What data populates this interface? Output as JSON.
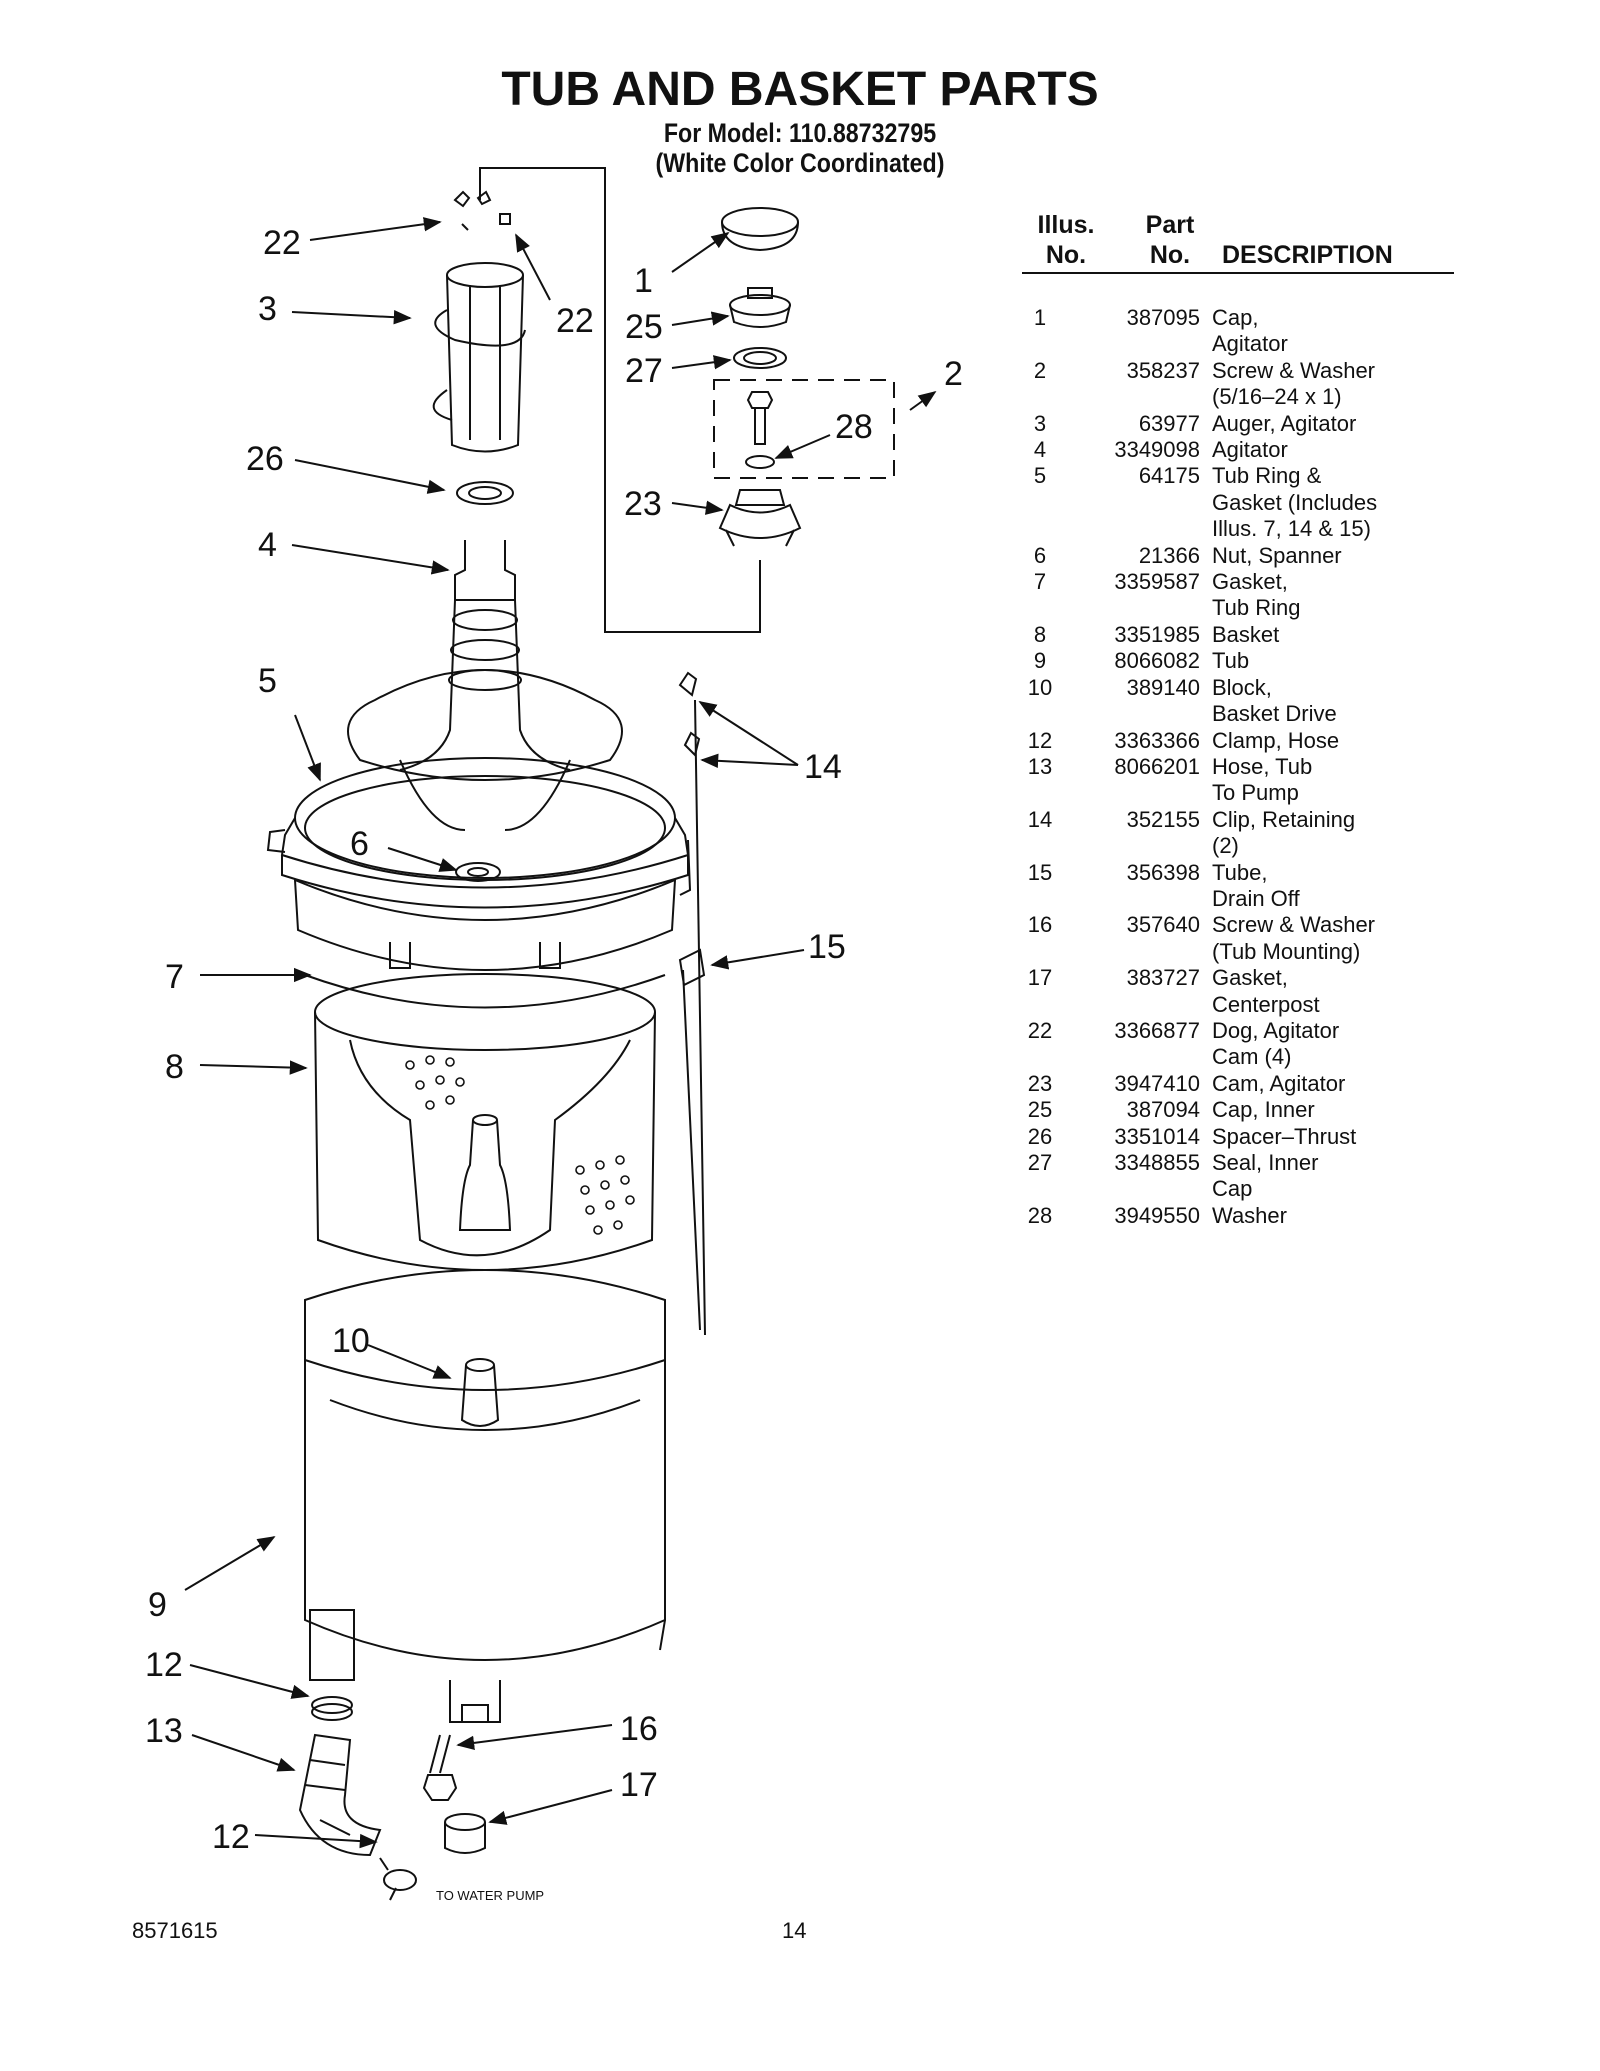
{
  "header": {
    "title": "TUB AND BASKET PARTS",
    "model_line": "For Model: 110.88732795",
    "color_line": "(White Color Coordinated)"
  },
  "table": {
    "col_illus": "Illus.\nNo.",
    "col_part": "Part\nNo.",
    "col_desc": "DESCRIPTION",
    "rows": [
      {
        "illus": "1",
        "part": "387095",
        "desc": "Cap,\nAgitator"
      },
      {
        "illus": "2",
        "part": "358237",
        "desc": "Screw & Washer\n(5/16–24 x 1)"
      },
      {
        "illus": "3",
        "part": "63977",
        "desc": "Auger, Agitator"
      },
      {
        "illus": "4",
        "part": "3349098",
        "desc": "Agitator"
      },
      {
        "illus": "5",
        "part": "64175",
        "desc": "Tub Ring &\nGasket (Includes\nIllus. 7, 14 & 15)"
      },
      {
        "illus": "6",
        "part": "21366",
        "desc": "Nut, Spanner"
      },
      {
        "illus": "7",
        "part": "3359587",
        "desc": "Gasket,\nTub Ring"
      },
      {
        "illus": "8",
        "part": "3351985",
        "desc": "Basket"
      },
      {
        "illus": "9",
        "part": "8066082",
        "desc": "Tub"
      },
      {
        "illus": "10",
        "part": "389140",
        "desc": "Block,\nBasket Drive"
      },
      {
        "illus": "12",
        "part": "3363366",
        "desc": "Clamp, Hose"
      },
      {
        "illus": "13",
        "part": "8066201",
        "desc": "Hose, Tub\nTo Pump"
      },
      {
        "illus": "14",
        "part": "352155",
        "desc": "Clip, Retaining\n(2)"
      },
      {
        "illus": "15",
        "part": "356398",
        "desc": "Tube,\nDrain Off"
      },
      {
        "illus": "16",
        "part": "357640",
        "desc": "Screw & Washer\n(Tub Mounting)"
      },
      {
        "illus": "17",
        "part": "383727",
        "desc": "Gasket,\nCenterpost"
      },
      {
        "illus": "22",
        "part": "3366877",
        "desc": "Dog, Agitator\nCam (4)"
      },
      {
        "illus": "23",
        "part": "3947410",
        "desc": "Cam, Agitator"
      },
      {
        "illus": "25",
        "part": "387094",
        "desc": "Cap, Inner"
      },
      {
        "illus": "26",
        "part": "3351014",
        "desc": "Spacer–Thrust"
      },
      {
        "illus": "27",
        "part": "3348855",
        "desc": "Seal, Inner\nCap"
      },
      {
        "illus": "28",
        "part": "3949550",
        "desc": "Washer"
      }
    ]
  },
  "diagram": {
    "callouts": {
      "c22a": "22",
      "c22b": "22",
      "c3": "3",
      "c1": "1",
      "c25": "25",
      "c27": "27",
      "c2": "2",
      "c28": "28",
      "c26": "26",
      "c23": "23",
      "c4": "4",
      "c5": "5",
      "c14": "14",
      "c6": "6",
      "c15": "15",
      "c7": "7",
      "c8": "8",
      "c10": "10",
      "c9": "9",
      "c12a": "12",
      "c13": "13",
      "c16": "16",
      "c17": "17",
      "c12b": "12"
    },
    "pump_note": "TO WATER PUMP"
  },
  "footer": {
    "doc_number": "8571615",
    "page_number": "14"
  }
}
